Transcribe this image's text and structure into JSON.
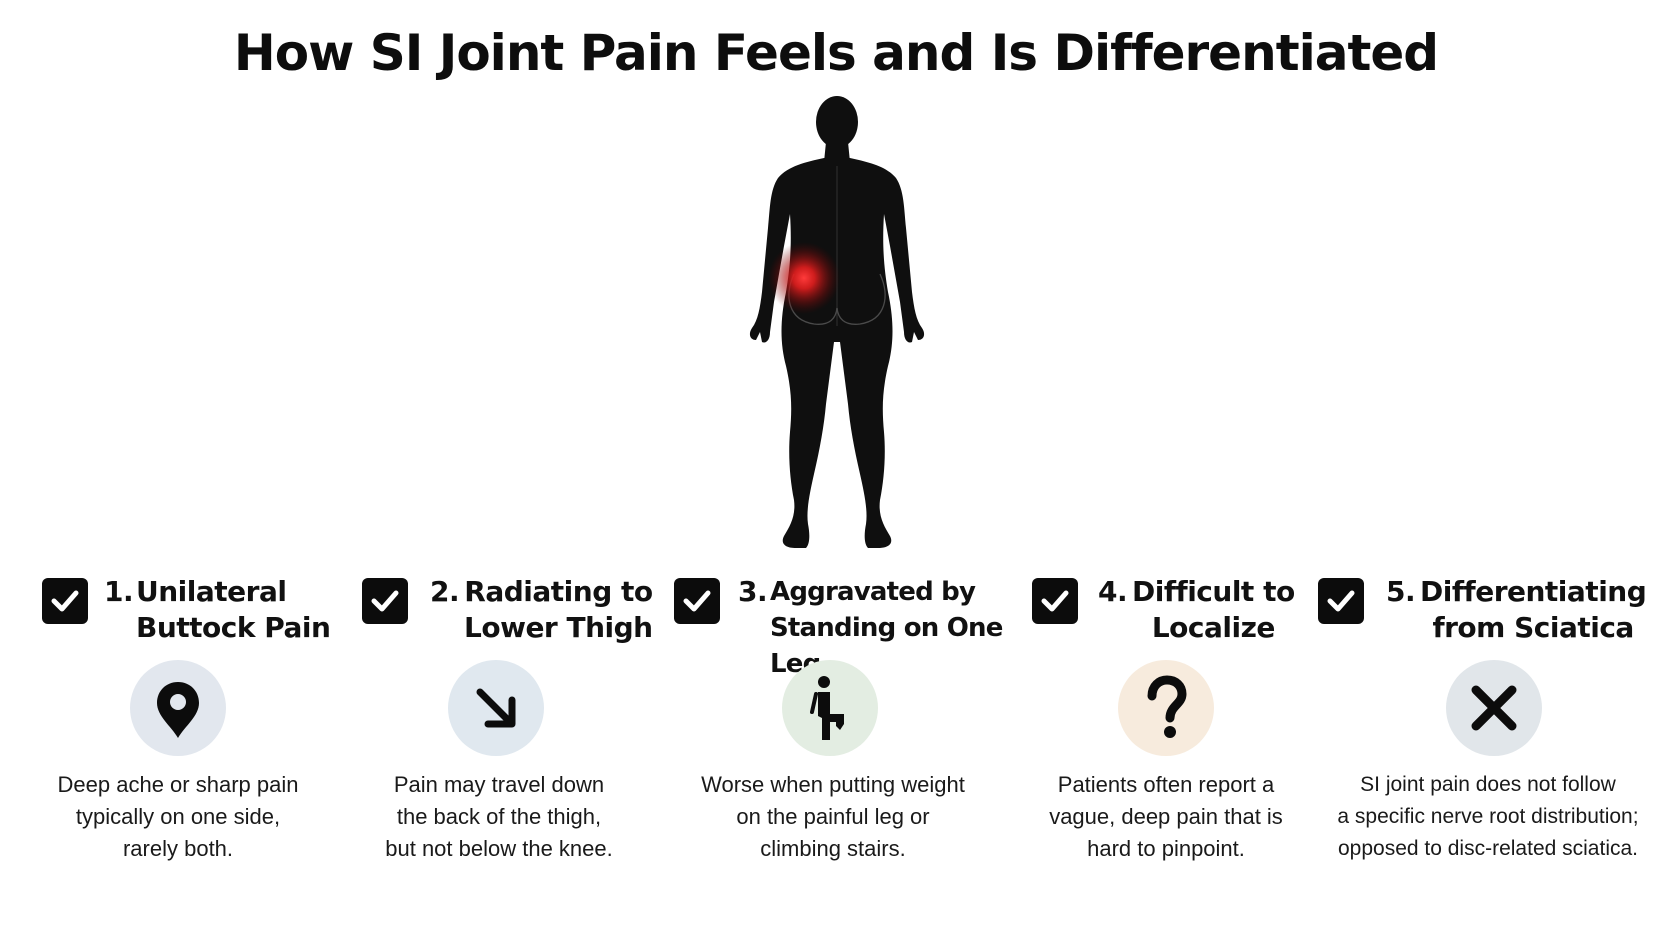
{
  "title": "How SI Joint Pain Feels and Is Differentiated",
  "figure": {
    "icon": "human-body-back-view-silhouette",
    "highlight_icon": "pain-hotspot-icon",
    "highlight_color": "#e31e1e"
  },
  "features": [
    {
      "number": "1.",
      "title": "Unilateral\nButtock Pain",
      "icon": "location-pin-icon",
      "icon_bg": "#e2e7ee",
      "description": "Deep ache or sharp pain\ntypically on one side,\nrarely both."
    },
    {
      "number": "2.",
      "title": "Radiating to\nLower Thigh",
      "icon": "arrow-down-right-icon",
      "icon_bg": "#e0e8ef",
      "description": "Pain may travel down\nthe back of the thigh,\nbut not below the knee."
    },
    {
      "number": "3.",
      "title": "Aggravated by\nStanding on One Leg",
      "icon": "person-standing-one-leg-icon",
      "icon_bg": "#e3ede2",
      "description": "Worse when putting weight\non the painful leg or\nclimbing stairs."
    },
    {
      "number": "4.",
      "title": "Difficult to\nLocalize",
      "icon": "question-mark-icon",
      "icon_bg": "#f7ebdd",
      "description": "Patients often report a\nvague, deep pain that is\nhard to pinpoint."
    },
    {
      "number": "5.",
      "title": "Differentiating\nfrom Sciatica",
      "icon": "x-mark-icon",
      "icon_bg": "#e1e6ea",
      "description": "SI joint pain does not follow\na specific nerve root distribution;\nopposed to disc-related sciatica."
    }
  ],
  "colors": {
    "text": "#111111",
    "checkbox": "#0c0c0c",
    "background": "#ffffff"
  }
}
